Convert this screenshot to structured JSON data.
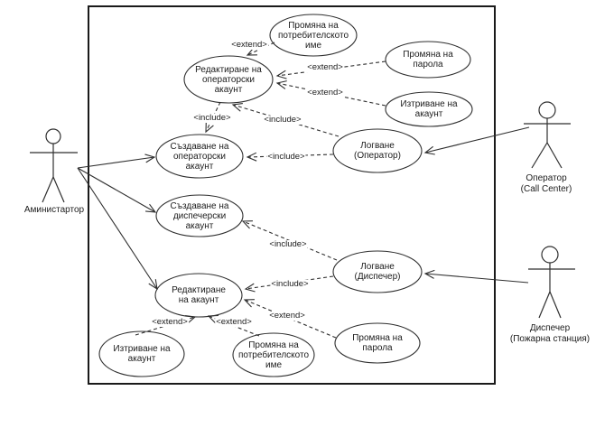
{
  "colors": {
    "stroke": "#2f2f2f",
    "background": "#ffffff"
  },
  "stereotypes": {
    "extend": "<extend>",
    "include": "<include>"
  },
  "usecases": {
    "change_username_top": "Промяна на\nпотребителското\nиме",
    "edit_operator_account": "Редактиране на\nоператорски\nакаунт",
    "change_password_top": "Промяна на\nпарола",
    "delete_account_top": "Изтриване на\nакаунт",
    "login_operator": "Логване\n(Оператор)",
    "create_operator_account": "Създаване на\nоператорски\nакаунт",
    "create_dispatcher_account": "Създаване на\nдиспечерски\nакаунт",
    "edit_account": "Редактиране\nна акаунт",
    "login_dispatcher": "Логване\n(Диспечер)",
    "change_password_bottom": "Промяна на\nпарола",
    "delete_account_bottom": "Изтриване на\nакаунт",
    "change_username_bottom": "Промяна на\nпотребителското\nиме"
  },
  "actors": {
    "administrator": "Аминистартор",
    "operator": "Оператор\n(Call Center)",
    "dispatcher": "Диспечер\n(Пожарна станция)"
  }
}
